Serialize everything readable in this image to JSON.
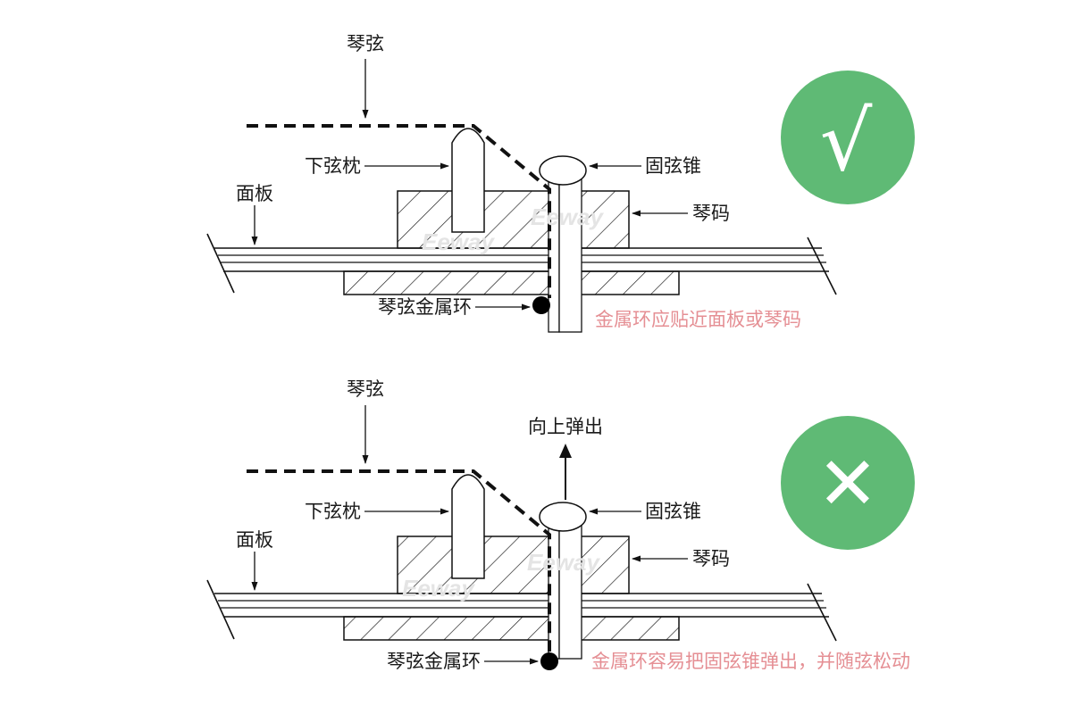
{
  "panels": [
    {
      "labels": {
        "string": "琴弦",
        "lower_nut": "下弦枕",
        "panel": "面板",
        "bridge_pin": "固弦锥",
        "bridge": "琴码",
        "ring": "琴弦金属环"
      },
      "note": "金属环应贴近面板或琴码",
      "badge": {
        "symbol": "√",
        "color": "#5fba75",
        "meaning": "correct"
      }
    },
    {
      "labels": {
        "string": "琴弦",
        "lower_nut": "下弦枕",
        "panel": "面板",
        "bridge_pin": "固弦锥",
        "bridge": "琴码",
        "ring": "琴弦金属环",
        "pop_up": "向上弹出"
      },
      "note": "金属环容易把固弦锥弹出，并随弦松动",
      "badge": {
        "symbol": "✕",
        "color": "#5fba75",
        "meaning": "incorrect"
      }
    }
  ],
  "watermark": "Eeway",
  "colors": {
    "line": "#111111",
    "note": "#e58f94",
    "badge": "#5fba75"
  }
}
